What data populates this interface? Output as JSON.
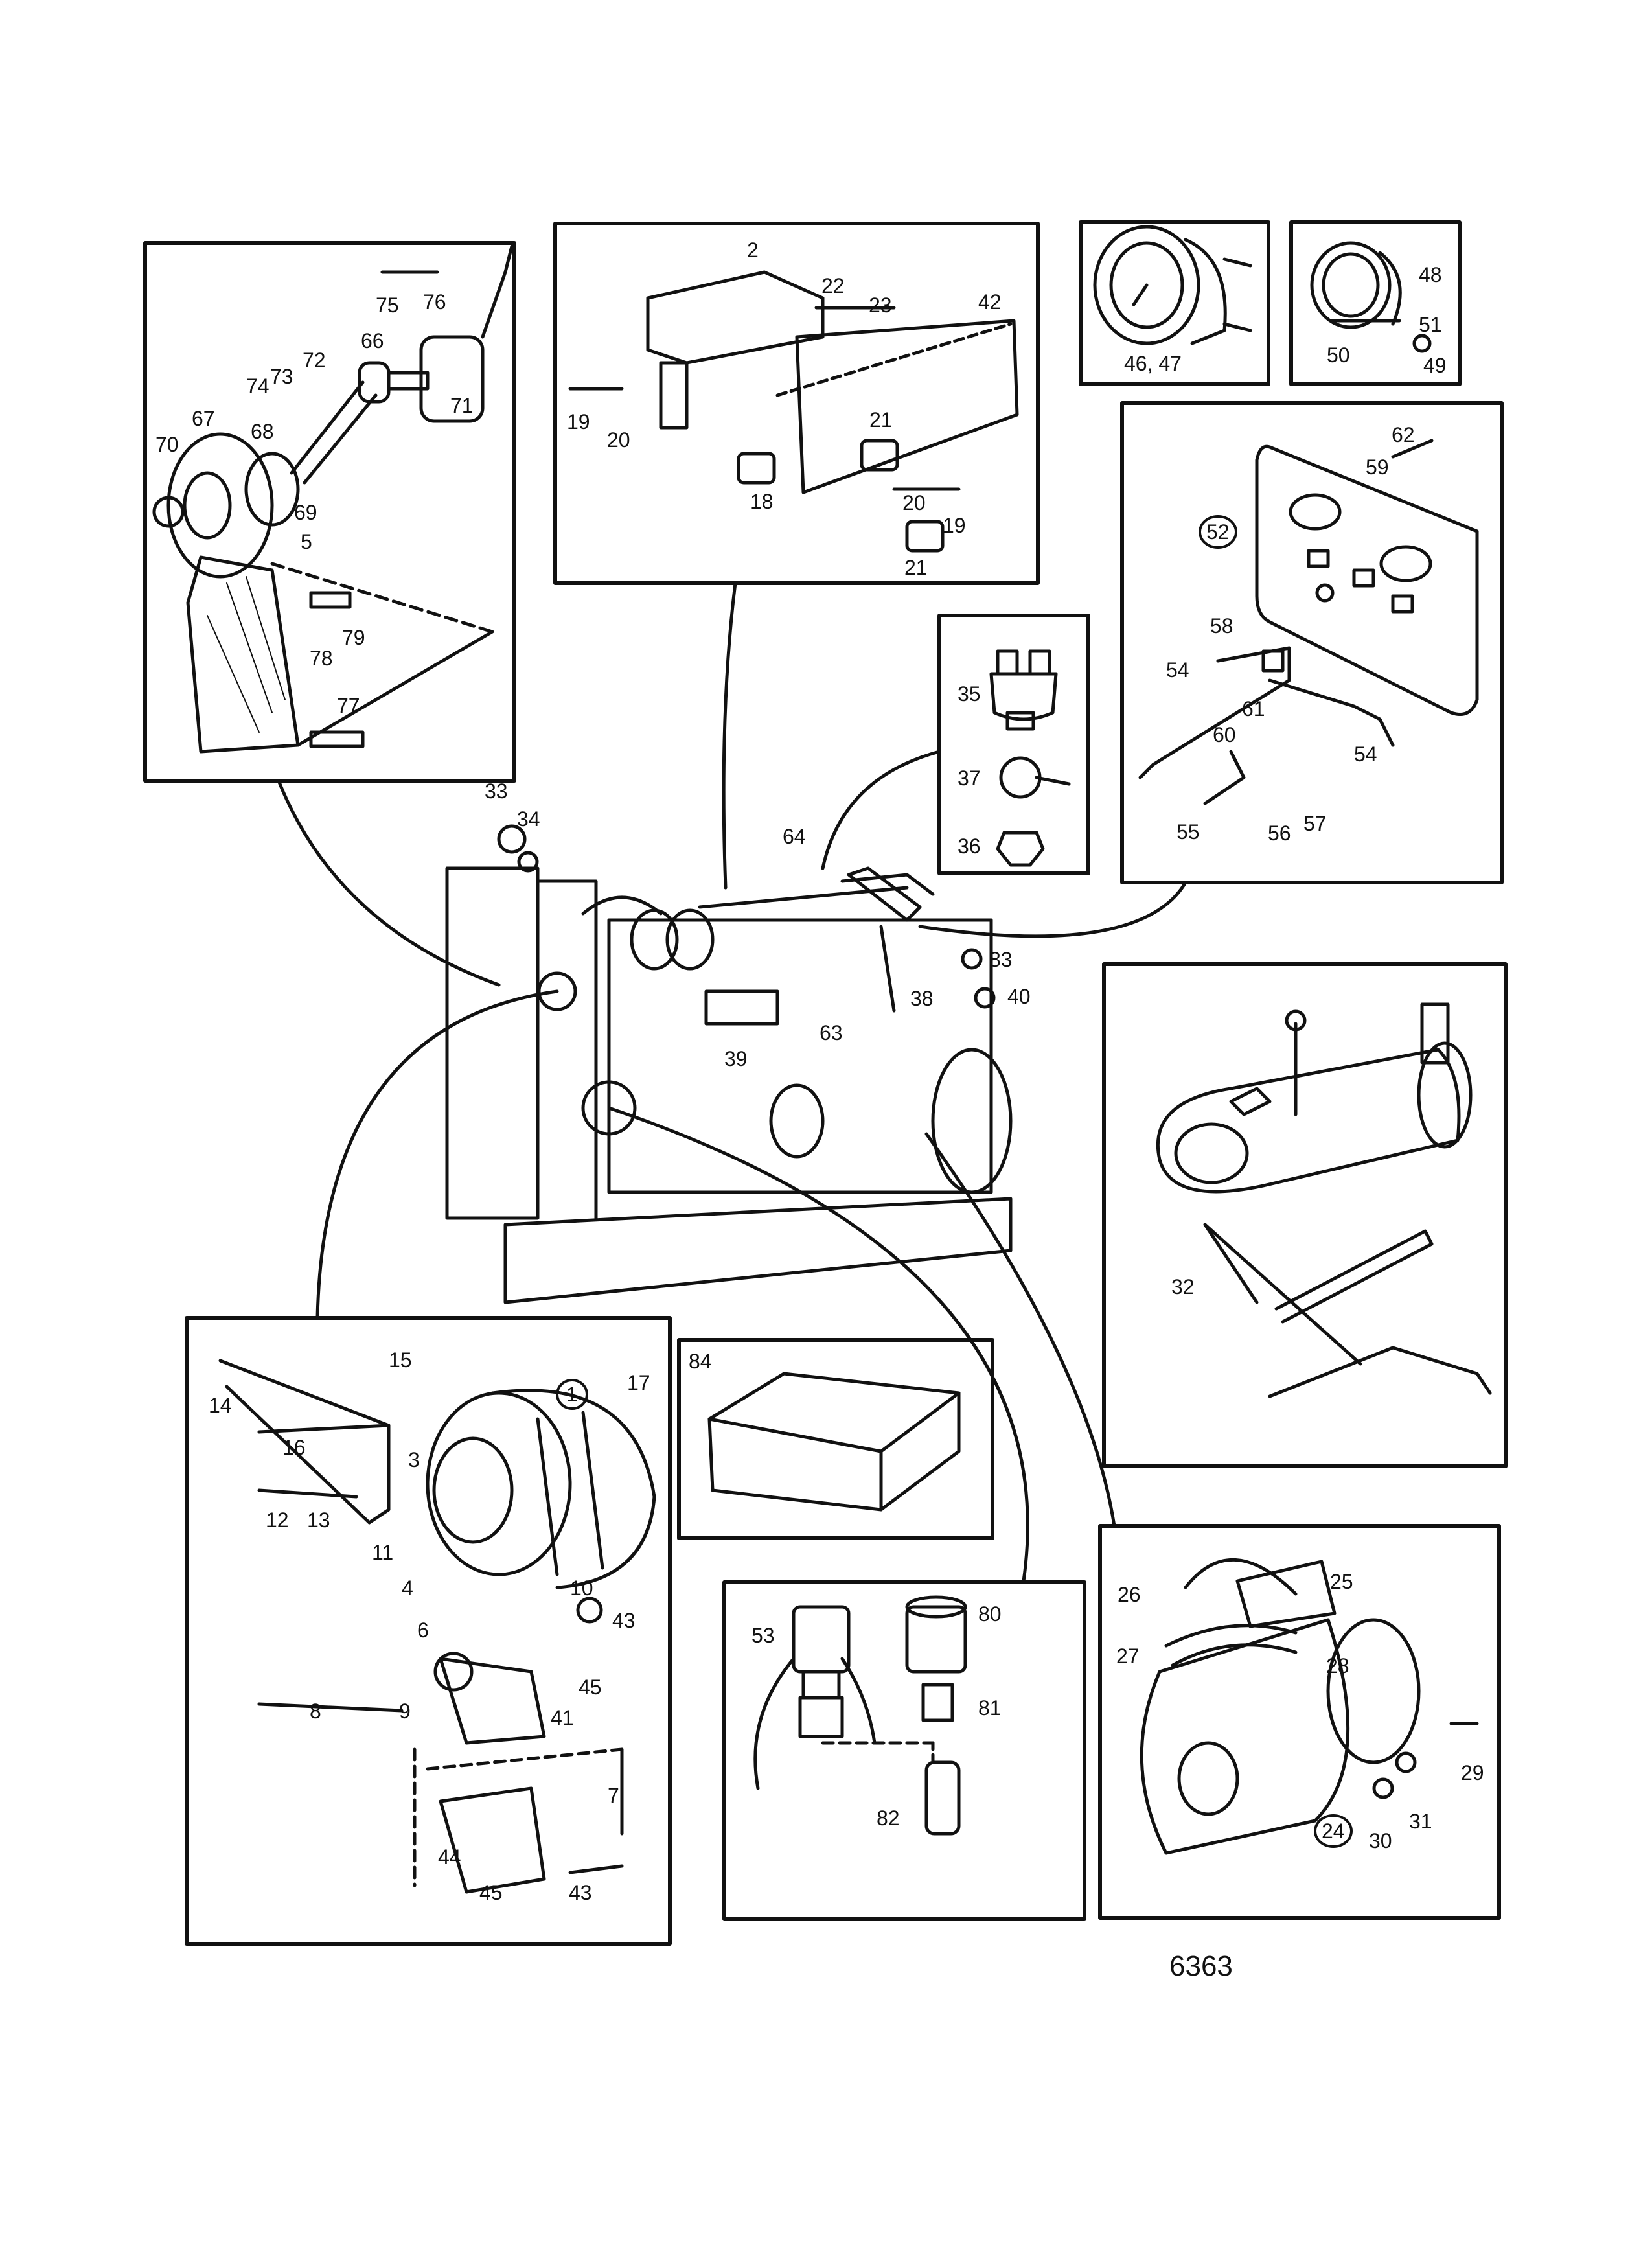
{
  "figure_ref": "6363",
  "panels": {
    "fan_panel": {
      "name": "fan-drive-panel",
      "labels": [
        "75",
        "76",
        "66",
        "74",
        "73",
        "72",
        "71",
        "67",
        "70",
        "68",
        "69",
        "5",
        "79",
        "78",
        "77"
      ]
    },
    "bracket_panel": {
      "name": "mounting-plate-panel",
      "labels": [
        "2",
        "22",
        "23",
        "42",
        "19",
        "20",
        "21",
        "18",
        "20",
        "19",
        "21"
      ]
    },
    "gauge_a_panel": {
      "name": "gauge-panel",
      "labels": [
        "46, 47"
      ]
    },
    "gauge_b_panel": {
      "name": "small-gauge-panel",
      "labels": [
        "48",
        "51",
        "50",
        "49"
      ]
    },
    "instrument_panel": {
      "name": "instrument-panel-detail",
      "labels": [
        "62",
        "59",
        "52",
        "58",
        "54",
        "61",
        "60",
        "54",
        "55",
        "56",
        "57"
      ]
    },
    "sender_panel": {
      "name": "sender-detail-panel",
      "labels": [
        "35",
        "37",
        "36"
      ]
    },
    "starter_panel": {
      "name": "starter-motor-panel",
      "labels": [
        "32"
      ]
    },
    "alternator_panel": {
      "name": "alternator-panel",
      "labels": [
        "15",
        "1",
        "17",
        "14",
        "16",
        "3",
        "12",
        "13",
        "11",
        "4",
        "10",
        "43",
        "6",
        "9",
        "45",
        "8",
        "41",
        "7",
        "44",
        "45",
        "43"
      ]
    },
    "box_panel": {
      "name": "relay-box-panel",
      "labels": [
        "84"
      ]
    },
    "sensor_panel": {
      "name": "tacho-sensor-panel",
      "labels": [
        "53",
        "80",
        "81",
        "82"
      ]
    },
    "filter_panel": {
      "name": "filter-housing-panel",
      "labels": [
        "26",
        "25",
        "27",
        "28",
        "29",
        "24",
        "30",
        "31"
      ]
    }
  },
  "engine_labels": [
    "33",
    "34",
    "64",
    "83",
    "38",
    "40",
    "63",
    "39"
  ]
}
